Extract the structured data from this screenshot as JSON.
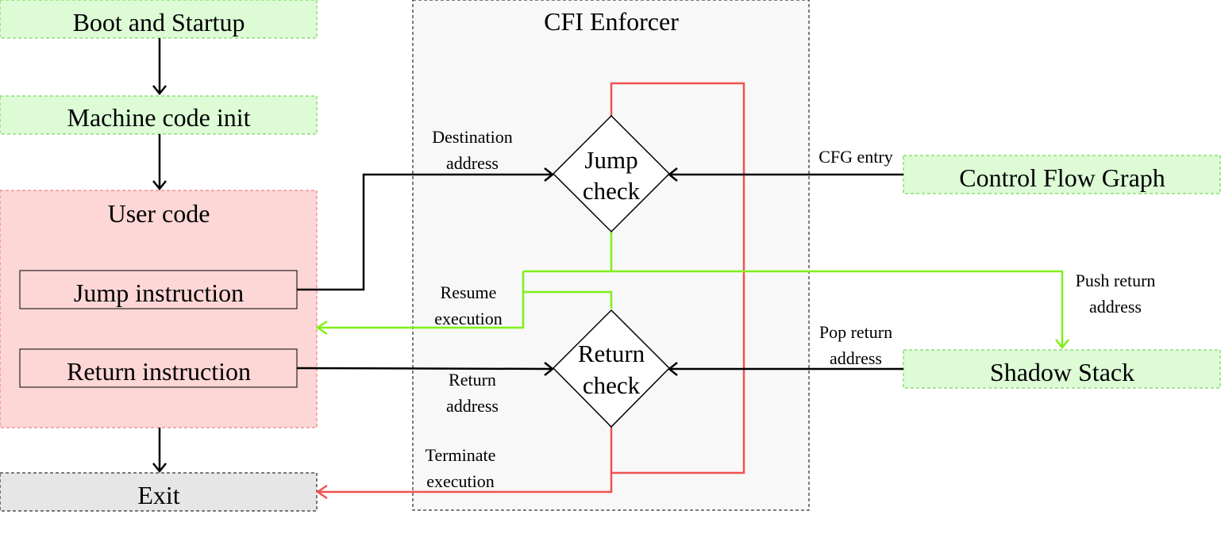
{
  "colors": {
    "green_fill": "#ddfcd6",
    "green_border": "#5ecd3c",
    "red_fill": "#fdd6d6",
    "red_border": "#ea6b6b",
    "gray_fill": "#e6e6e6",
    "enforcer_fill": "#f8f8f8",
    "red_line": "#f0524e",
    "green_line": "#7ff01a",
    "black_line": "#000000"
  },
  "nodes": {
    "boot": "Boot and Startup",
    "machine_init": "Machine code init",
    "user_code": "User code",
    "jump_instruction": "Jump instruction",
    "return_instruction": "Return instruction",
    "exit": "Exit",
    "enforcer": "CFI Enforcer",
    "jump_check": [
      "Jump",
      "check"
    ],
    "return_check": [
      "Return",
      "check"
    ],
    "cfg": "Control Flow Graph",
    "shadow_stack": "Shadow Stack"
  },
  "edge_labels": {
    "destination_address": [
      "Destination",
      "address"
    ],
    "cfg_entry": "CFG entry",
    "resume_execution": [
      "Resume",
      "execution"
    ],
    "push_return_address": [
      "Push return",
      "address"
    ],
    "pop_return_address": [
      "Pop return",
      "address"
    ],
    "return_address": [
      "Return",
      "address"
    ],
    "terminate_execution": [
      "Terminate",
      "execution"
    ]
  }
}
